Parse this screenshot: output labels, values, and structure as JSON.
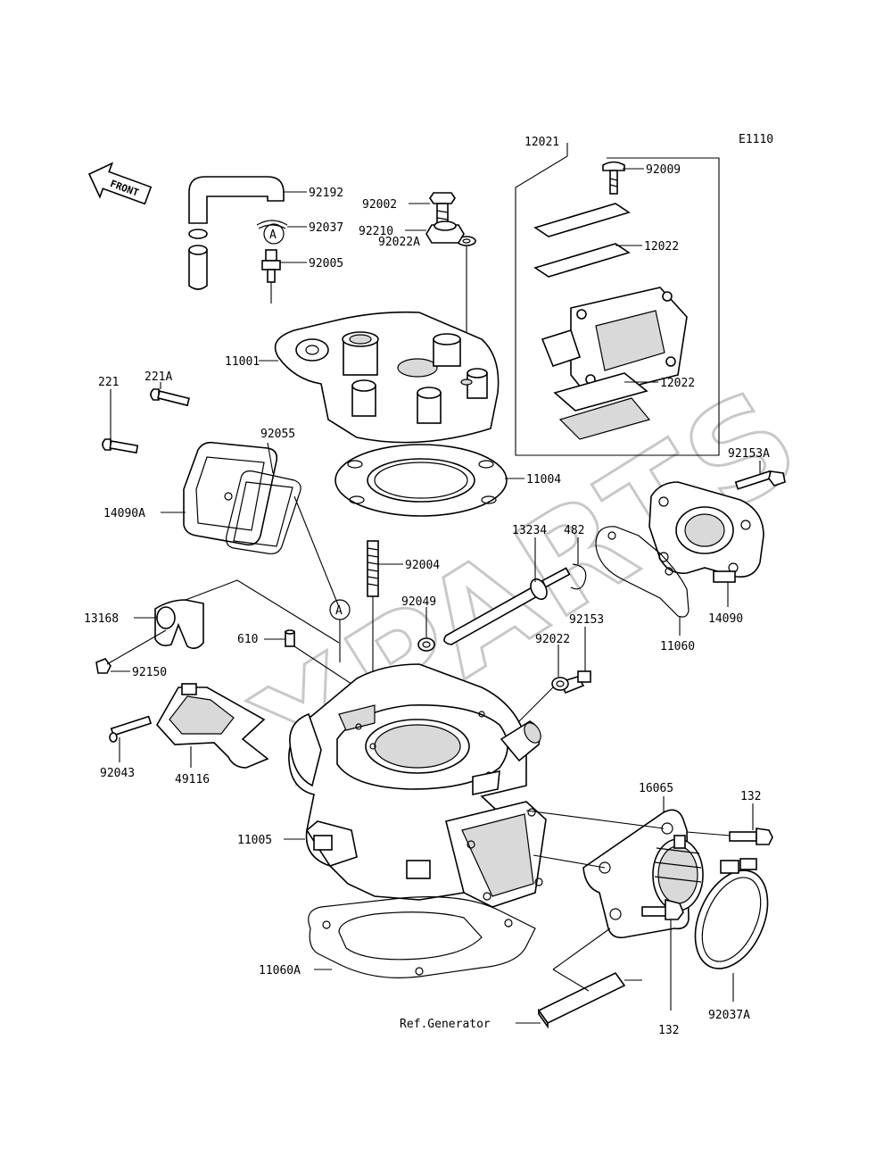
{
  "diagram": {
    "code": "E1110",
    "front_label": "FRONT",
    "watermark": "XPARTS",
    "ref_note": "Ref.Generator",
    "ref_circle": "A",
    "labels": {
      "l12021": "12021",
      "l92009": "92009",
      "l12022a": "12022",
      "l12022b": "12022",
      "l92192": "92192",
      "l92037": "92037",
      "l92005": "92005",
      "l92002": "92002",
      "l92022A": "92022A",
      "l92210": "92210",
      "l11001": "11001",
      "l221A": "221A",
      "l221": "221",
      "l92055": "92055",
      "l14090A": "14090A",
      "l11004": "11004",
      "l92153A": "92153A",
      "l13234": "13234",
      "l482": "482",
      "l92004": "92004",
      "l92049": "92049",
      "l13168": "13168",
      "l610": "610",
      "l92150": "92150",
      "l92153": "92153",
      "l92022": "92022",
      "l11060": "11060",
      "l14090": "14090",
      "l92043": "92043",
      "l49116": "49116",
      "l16065": "16065",
      "l132a": "132",
      "l11005": "11005",
      "l11060A": "11060A",
      "l132b": "132",
      "l92037A": "92037A"
    }
  }
}
